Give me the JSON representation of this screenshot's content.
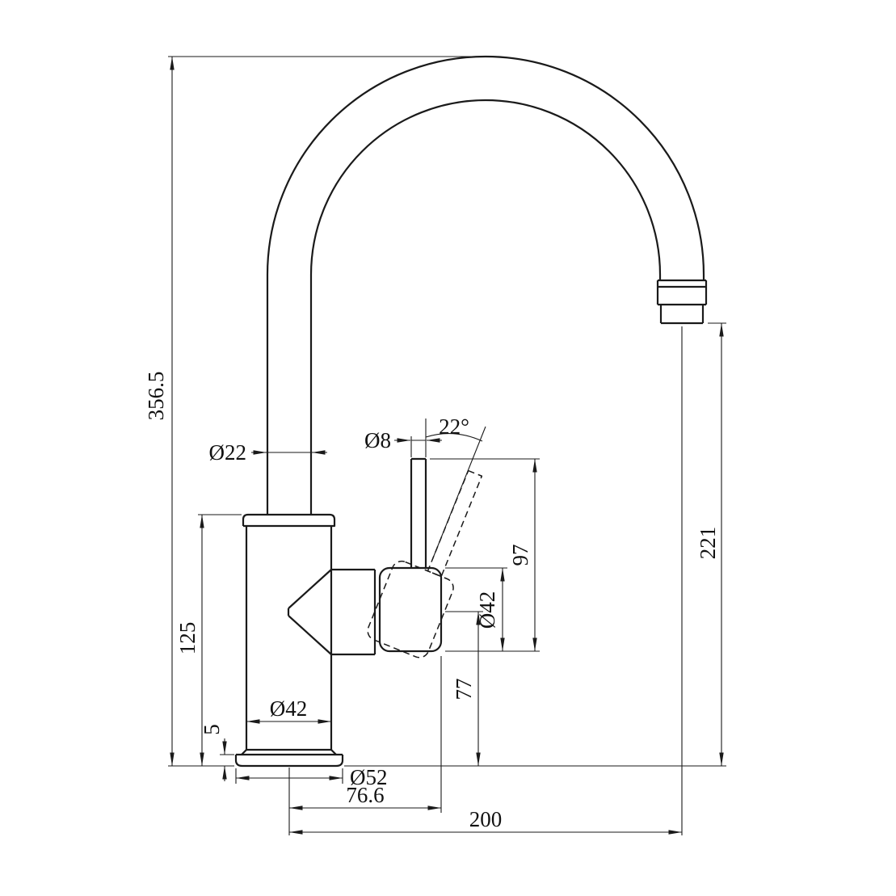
{
  "drawing": {
    "line_color": "#1a1a1a",
    "background": "#ffffff"
  },
  "dims": {
    "overall_height": "356.5",
    "spout_tube_diameter": "Ø22",
    "handle_stem_diameter": "Ø8",
    "handle_tilt_angle": "22°",
    "handle_length": "97",
    "handle_diameter": "Ø42",
    "spout_clearance_height": "221",
    "body_height": "125",
    "handle_pivot_height": "77",
    "body_diameter": "Ø42",
    "base_plate_height": "5",
    "base_plate_diameter": "Ø52",
    "handle_reach": "76.6",
    "spout_reach": "200"
  }
}
